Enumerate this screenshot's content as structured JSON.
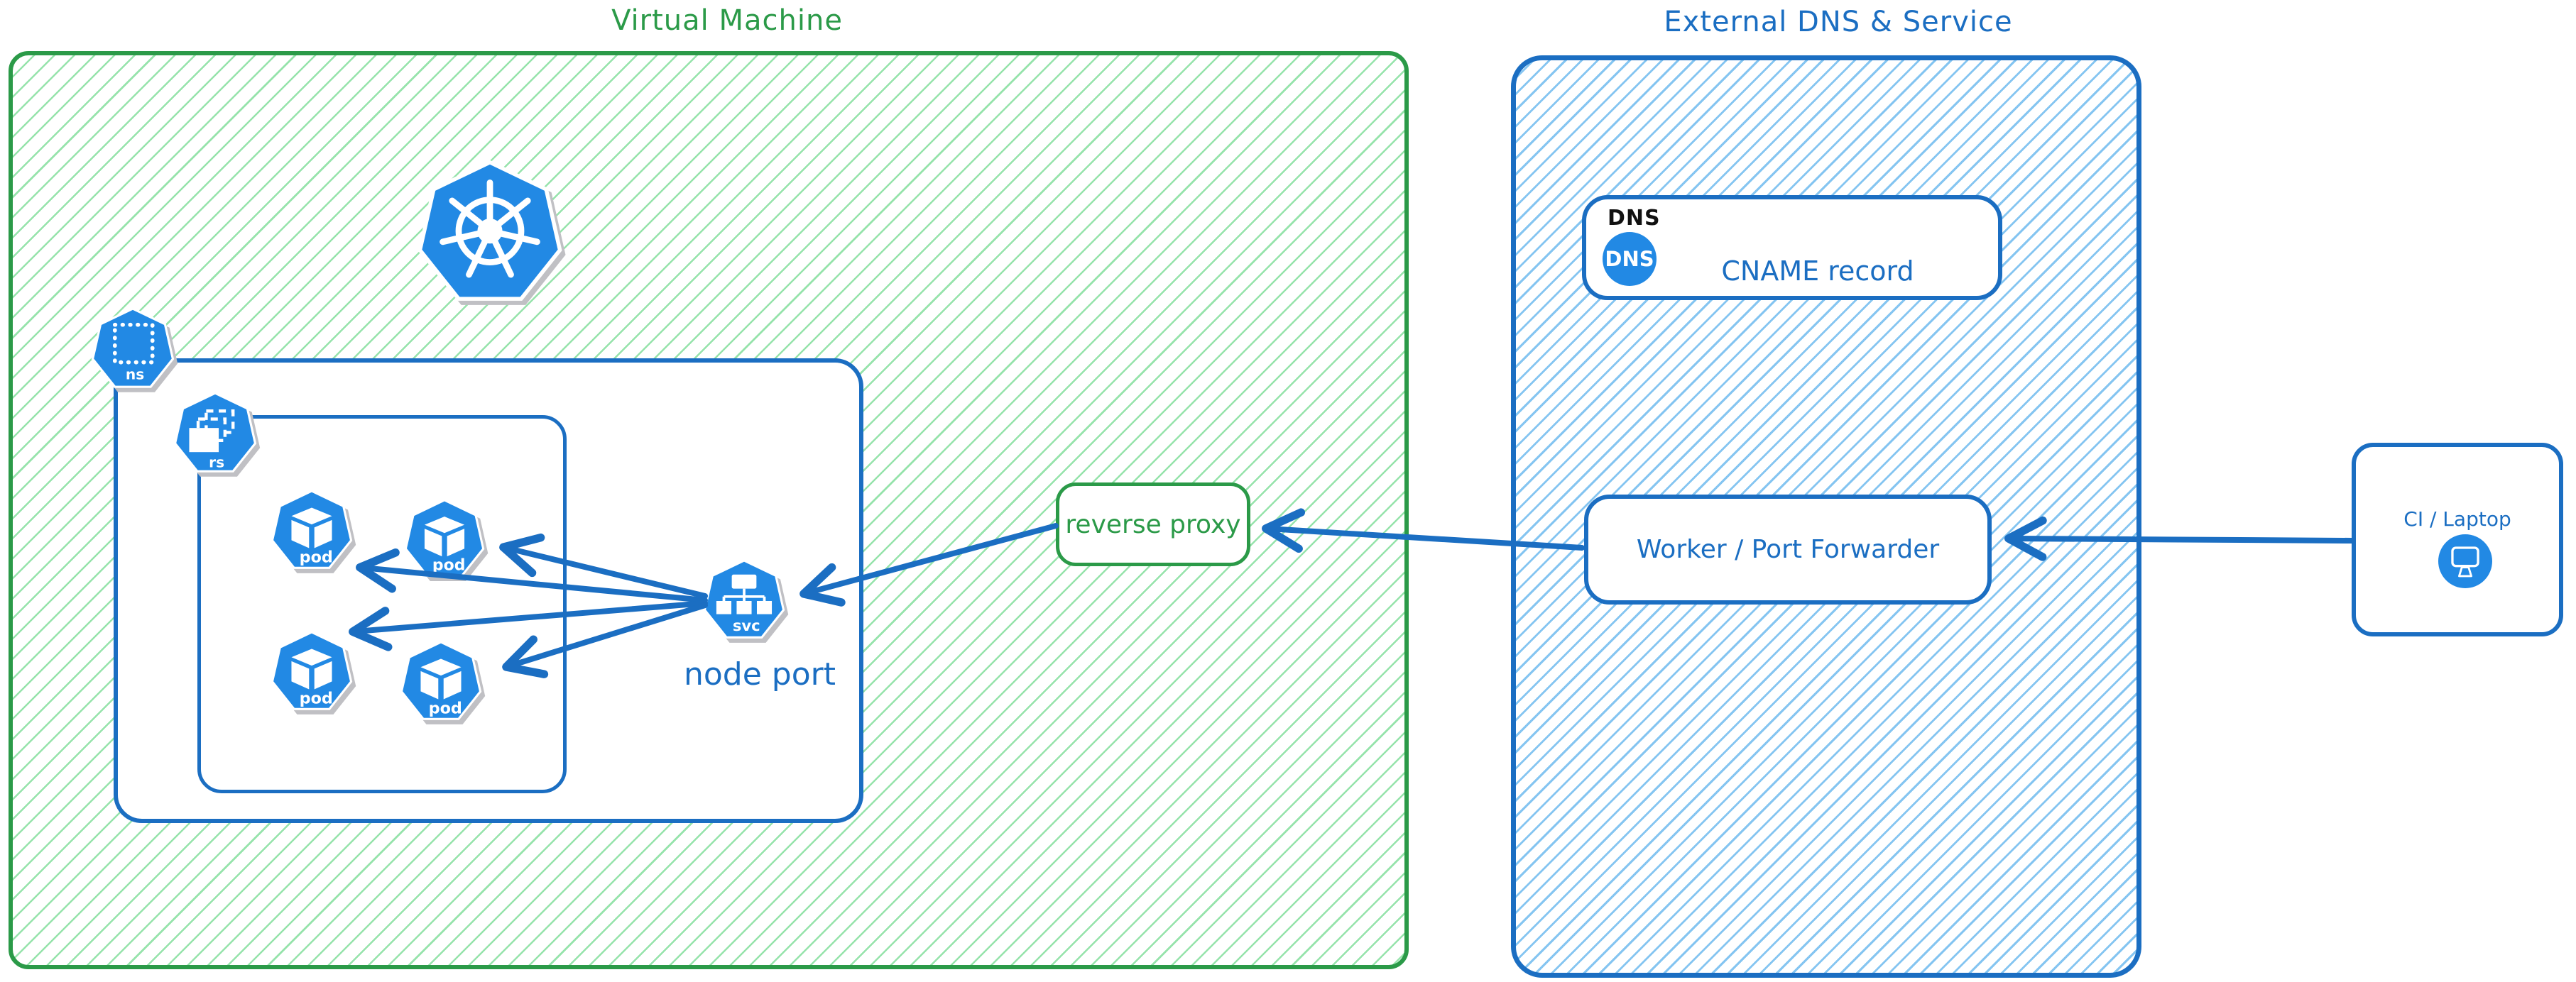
{
  "titles": {
    "vm": "Virtual Machine",
    "external": "External DNS & Service"
  },
  "kubernetes": {
    "namespace_label": "ns",
    "replicaset_label": "rs",
    "pod_label": "pod",
    "service_label": "svc",
    "service_caption": "node port"
  },
  "reverse_proxy": {
    "label": "reverse proxy"
  },
  "dns_card": {
    "header": "DNS",
    "badge": "DNS",
    "record": "CNAME record"
  },
  "worker": {
    "label": "Worker / Port Forwarder"
  },
  "ci": {
    "label": "CI / Laptop"
  },
  "icons": {
    "kubernetes": "kubernetes-wheel-heptagon",
    "namespace": "dotted-square-heptagon",
    "replicaset": "stacked-boxes-heptagon",
    "pod": "cube-heptagon",
    "service": "tree-heptagon",
    "dns": "dns-circle-badge",
    "laptop": "monitor-circle-badge"
  },
  "colors": {
    "green": "#2b9a48",
    "green_hatch": "#96e3ab",
    "blue": "#1b6ec2",
    "blue_hatch": "#85c5f1",
    "icon_blue": "#2289e4",
    "dns_header_black": "#111111",
    "background": "#ffffff"
  }
}
